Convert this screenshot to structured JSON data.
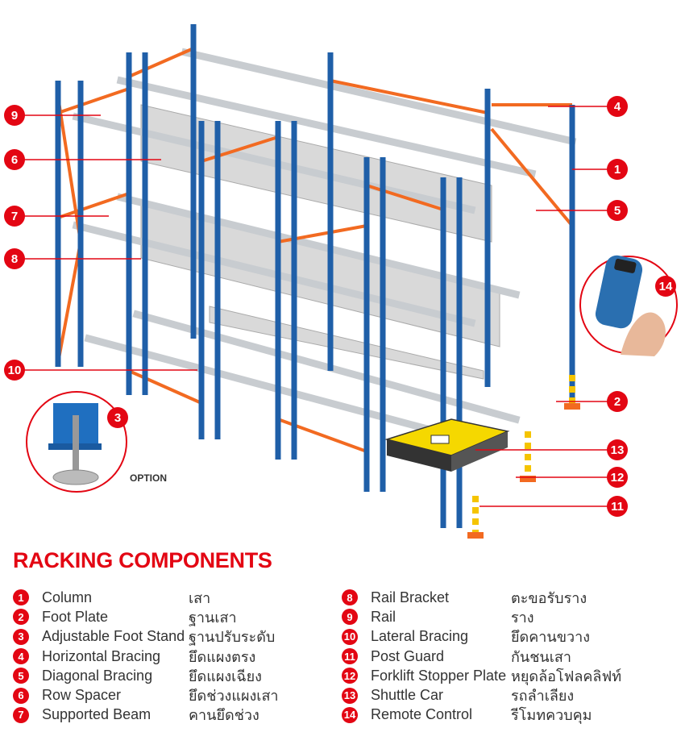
{
  "title": "RACKING COMPONENTS",
  "option_label": "OPTION",
  "colors": {
    "accent": "#e30613",
    "column": "#1f5fa8",
    "bracing": "#f26a21",
    "rail": "#c8ccd0"
  },
  "components": [
    {
      "n": "1",
      "en": "Column",
      "th": "เสา"
    },
    {
      "n": "2",
      "en": "Foot Plate",
      "th": "ฐานเสา"
    },
    {
      "n": "3",
      "en": "Adjustable Foot Stand",
      "th": "ฐานปรับระดับ"
    },
    {
      "n": "4",
      "en": "Horizontal Bracing",
      "th": "ยึดแผงตรง"
    },
    {
      "n": "5",
      "en": "Diagonal Bracing",
      "th": "ยึดแผงเฉียง"
    },
    {
      "n": "6",
      "en": "Row Spacer",
      "th": "ยึดช่วงแผงเสา"
    },
    {
      "n": "7",
      "en": "Supported Beam",
      "th": "คานยึดช่วง"
    },
    {
      "n": "8",
      "en": "Rail Bracket",
      "th": "ตะขอรับราง"
    },
    {
      "n": "9",
      "en": "Rail",
      "th": "ราง"
    },
    {
      "n": "10",
      "en": "Lateral Bracing",
      "th": "ยึดคานขวาง"
    },
    {
      "n": "11",
      "en": "Post Guard",
      "th": "กันชนเสา"
    },
    {
      "n": "12",
      "en": "Forklift Stopper Plate",
      "th": "หยุดล้อโฟลคลิฟท์"
    },
    {
      "n": "13",
      "en": "Shuttle Car",
      "th": "รถลำเลียง"
    },
    {
      "n": "14",
      "en": "Remote Control",
      "th": "รีโมทควบคุม"
    }
  ]
}
